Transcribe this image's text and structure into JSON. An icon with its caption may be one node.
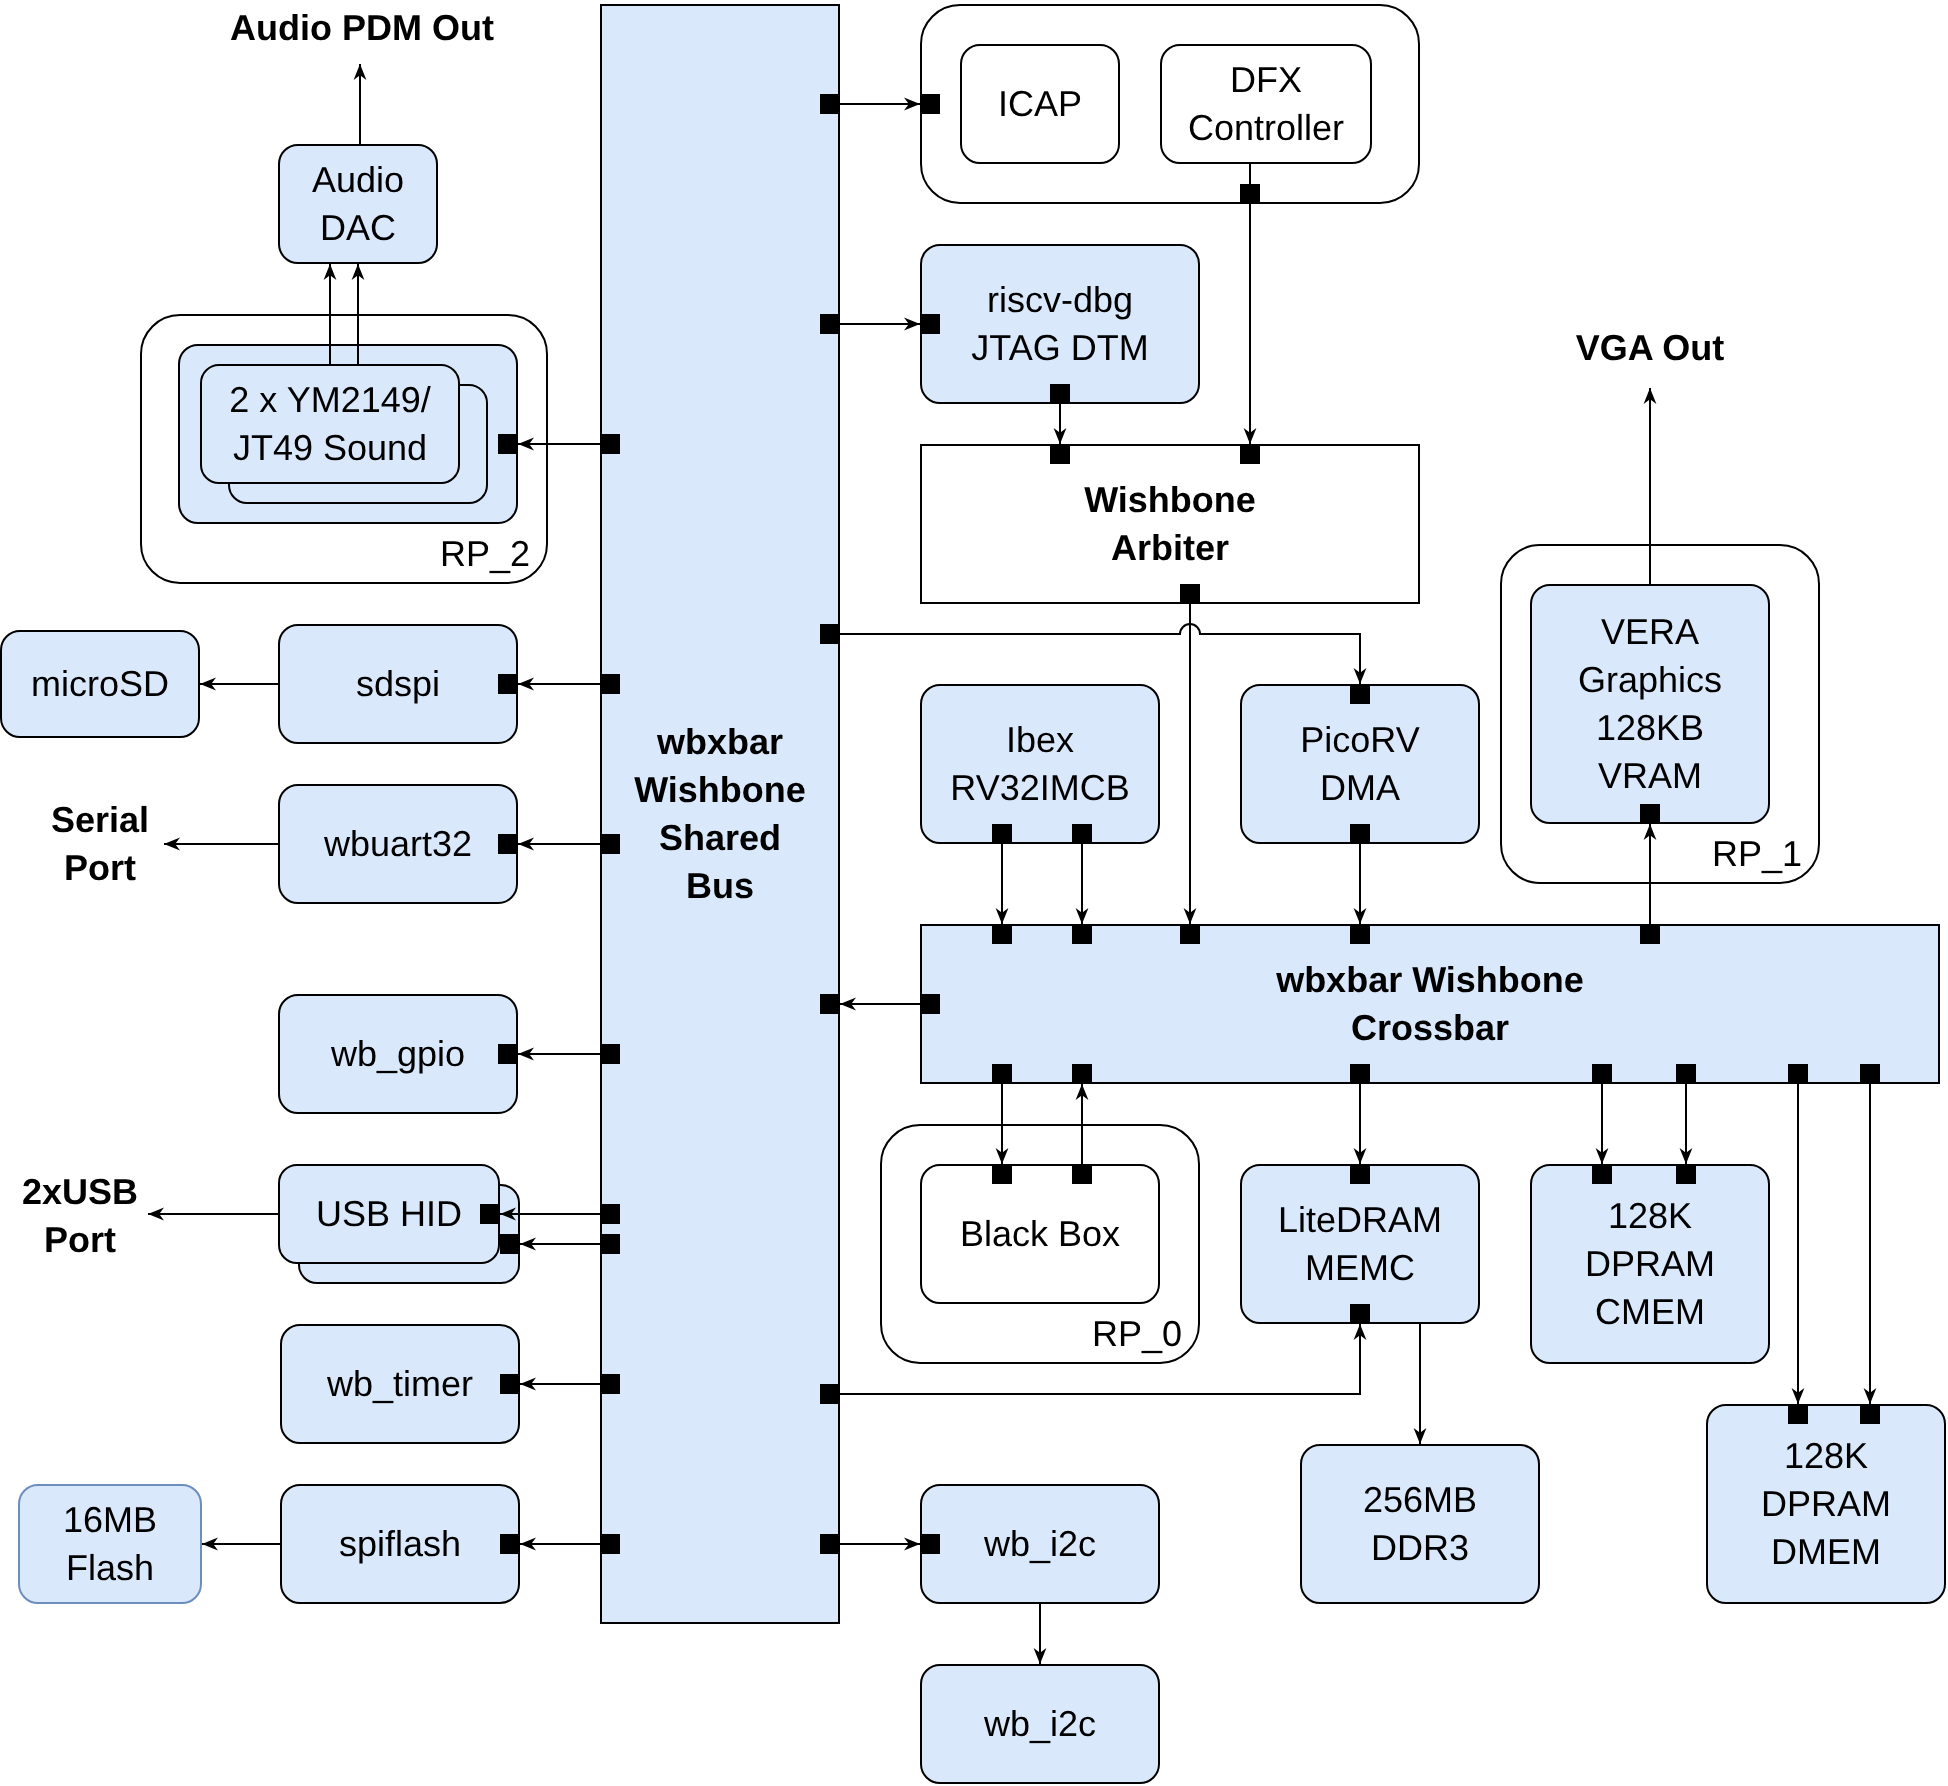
{
  "diagram": {
    "nodes": [
      {
        "text": [
          "wbxbar Wishbone Shared Bus"
        ]
      },
      {
        "text": [
          "Audio PDM Out"
        ]
      },
      {
        "text": [
          "Audio DAC"
        ]
      },
      {
        "text": [
          "RP_2"
        ]
      },
      {
        "text": [],
        "shape": "box",
        "in": 3
      },
      {
        "text": [
          "2 x YM2149/ JT49 Sound"
        ],
        "in": 4
      },
      {
        "text": [
          "microSD"
        ]
      },
      {
        "text": [
          "sdspi"
        ]
      },
      {
        "text": [
          "Serial Port"
        ]
      },
      {
        "text": [
          "wbuart32"
        ]
      },
      {
        "text": [
          "wb_gpio"
        ]
      },
      {
        "text": [
          "2xUSB Port"
        ]
      },
      {
        "text": [
          "USB HID"
        ]
      },
      {
        "text": [
          "wb_timer"
        ]
      },
      {
        "text": [
          "16MB Flash"
        ]
      },
      {
        "text": [
          "spiflash"
        ]
      },
      {
        "text": [],
        "shape": "box"
      },
      {
        "text": [
          "ICAP"
        ],
        "in": 16
      },
      {
        "text": [
          "DFX Controller"
        ],
        "in": 16
      },
      {
        "text": [
          "riscv-dbg JTAG DTM"
        ]
      },
      {
        "text": [
          "Wishbone Arbiter"
        ]
      },
      {
        "text": [
          "VGA Out"
        ]
      },
      {
        "text": [
          "RP_1"
        ]
      },
      {
        "text": [
          "VERA Graphics 128KB VRAM"
        ],
        "in": 22
      },
      {
        "text": [
          "Ibex RV32IMCB"
        ]
      },
      {
        "text": [
          "PicoRV DMA"
        ]
      },
      {
        "text": [
          "wbxbar Wishbone Crossbar"
        ]
      },
      {
        "text": [
          "RP_0"
        ]
      },
      {
        "text": [
          "Black Box"
        ],
        "in": 27
      },
      {
        "text": [
          "LiteDRAM MEMC"
        ]
      },
      {
        "text": [
          "128K DPRAM CMEM"
        ]
      },
      {
        "text": [
          "256MB DDR3"
        ]
      },
      {
        "text": [
          "128K DPRAM DMEM"
        ]
      },
      {
        "text": [
          "wb_i2c"
        ]
      },
      {
        "text": [
          "wb_i2c"
        ]
      }
    ],
    "edges": [
      {
        "from": 0,
        "to": 4,
        "arrow": "to"
      },
      {
        "from": 5,
        "to": 2,
        "arrow": "to"
      },
      {
        "from": 5,
        "to": 2,
        "arrow": "to"
      },
      {
        "from": 2,
        "to": 1,
        "arrow": "to"
      },
      {
        "from": 0,
        "to": 7,
        "arrow": "to"
      },
      {
        "from": 7,
        "to": 6,
        "arrow": "to"
      },
      {
        "from": 0,
        "to": 9,
        "arrow": "to"
      },
      {
        "from": 9,
        "to": 8,
        "arrow": "to"
      },
      {
        "from": 0,
        "to": 10,
        "arrow": "to"
      },
      {
        "from": 0,
        "to": 12,
        "arrow": "to"
      },
      {
        "from": 0,
        "to": 12,
        "arrow": "to"
      },
      {
        "from": 12,
        "to": 11,
        "arrow": "to"
      },
      {
        "from": 0,
        "to": 13,
        "arrow": "to"
      },
      {
        "from": 0,
        "to": 15,
        "arrow": "to"
      },
      {
        "from": 15,
        "to": 14,
        "arrow": "to"
      },
      {
        "from": 0,
        "to": 16,
        "arrow": "to"
      },
      {
        "from": 0,
        "to": 19,
        "arrow": "to"
      },
      {
        "from": 19,
        "to": 20,
        "arrow": "to"
      },
      {
        "from": 18,
        "to": 20,
        "arrow": "to"
      },
      {
        "from": 20,
        "to": 26,
        "arrow": "to"
      },
      {
        "from": 0,
        "to": 25,
        "arrow": "to"
      },
      {
        "from": 24,
        "to": 26,
        "arrow": "to"
      },
      {
        "from": 24,
        "to": 26,
        "arrow": "to"
      },
      {
        "from": 25,
        "to": 26,
        "arrow": "to"
      },
      {
        "from": 26,
        "to": 0,
        "arrow": "to"
      },
      {
        "from": 26,
        "to": 23,
        "arrow": "to"
      },
      {
        "from": 23,
        "to": 21,
        "arrow": "to"
      },
      {
        "from": 26,
        "to": 28,
        "arrow": "to"
      },
      {
        "from": 28,
        "to": 26,
        "arrow": "to"
      },
      {
        "from": 26,
        "to": 29,
        "arrow": "to"
      },
      {
        "from": 26,
        "to": 30,
        "arrow": "to"
      },
      {
        "from": 26,
        "to": 30,
        "arrow": "to"
      },
      {
        "from": 26,
        "to": 32,
        "arrow": "to"
      },
      {
        "from": 26,
        "to": 32,
        "arrow": "to"
      },
      {
        "from": 0,
        "to": 29,
        "arrow": "to"
      },
      {
        "from": 29,
        "to": 31,
        "arrow": "to"
      },
      {
        "from": 0,
        "to": 33,
        "arrow": "to"
      },
      {
        "from": 33,
        "to": 34,
        "arrow": "to"
      }
    ]
  }
}
